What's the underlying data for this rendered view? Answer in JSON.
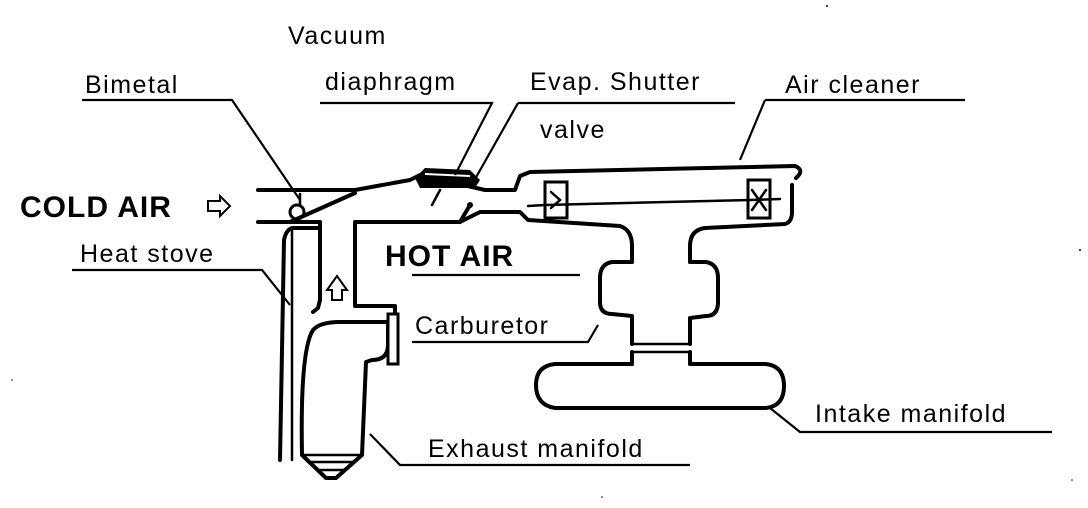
{
  "labels": {
    "vacuum_line1": "Vacuum",
    "vacuum_line2": "diaphragm",
    "bimetal": "Bimetal",
    "evap_shutter": "Evap. Shutter",
    "evap_valve": "valve",
    "air_cleaner": "Air cleaner",
    "cold_air": "COLD AIR",
    "heat_stove": "Heat stove",
    "hot_air": "HOT AIR",
    "carburetor": "Carburetor",
    "intake_manifold": "Intake manifold",
    "exhaust_manifold": "Exhaust manifold"
  },
  "icons": {
    "cold_air_arrow": "outlined-right-arrow",
    "hot_air_arrow": "outlined-up-arrow"
  },
  "colors": {
    "line": "#000000",
    "background": "#ffffff"
  }
}
